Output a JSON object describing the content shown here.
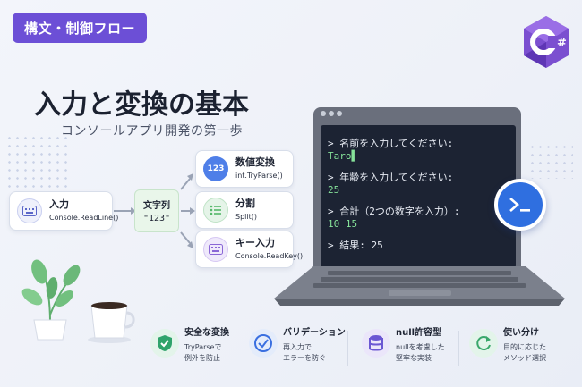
{
  "category": "構文・制御フロー",
  "logo": {
    "icon": "csharp-logo-icon",
    "text": "C#"
  },
  "title": "入力と変換の基本",
  "subtitle": "コンソールアプリ開発の第一歩",
  "input_box": {
    "label": "入力",
    "method": "Console.ReadLine()",
    "icon": "keyboard-icon"
  },
  "string_box": {
    "label": "文字列",
    "value": "\"123\""
  },
  "conversions": [
    {
      "label": "数値変換",
      "method": "int.TryParse()",
      "icon": "number-icon",
      "icon_text": "123",
      "color": "#4f7fe8"
    },
    {
      "label": "分割",
      "method": "Split()",
      "icon": "list-icon",
      "color": "#55b86a"
    },
    {
      "label": "キー入力",
      "method": "Console.ReadKey()",
      "icon": "keyboard-icon",
      "color": "#8a66d6"
    }
  ],
  "terminal": {
    "lines": [
      {
        "text": "> 名前を入力してください:",
        "kind": "prompt"
      },
      {
        "text": "Taro▌",
        "kind": "output"
      },
      {
        "text": "> 年齢を入力してください:",
        "kind": "prompt"
      },
      {
        "text": "25",
        "kind": "output"
      },
      {
        "text": "> 合計（2つの数字を入力）:",
        "kind": "prompt"
      },
      {
        "text": "10 15",
        "kind": "output"
      },
      {
        "text": "> 結果: 25",
        "kind": "prompt"
      }
    ]
  },
  "terminal_badge": {
    "icon": "terminal-prompt-icon",
    "text": ">_"
  },
  "features": [
    {
      "title": "安全な変換",
      "desc1": "TryParseで",
      "desc2": "例外を防止",
      "icon": "shield-check-icon",
      "color": "#2fa36b"
    },
    {
      "title": "バリデーション",
      "desc1": "再入力で",
      "desc2": "エラーを防ぐ",
      "icon": "check-circle-icon",
      "color": "#3a6fe0"
    },
    {
      "title": "null許容型",
      "desc1": "nullを考慮した",
      "desc2": "堅牢な実装",
      "icon": "database-icon",
      "color": "#6b57d3"
    },
    {
      "title": "使い分け",
      "desc1": "目的に応じた",
      "desc2": "メソッド選択",
      "icon": "refresh-icon",
      "color": "#3aa86b"
    }
  ],
  "colors": {
    "accent": "#6c4fd6",
    "terminal_bg": "#1c2333",
    "terminal_output": "#86e29a"
  }
}
